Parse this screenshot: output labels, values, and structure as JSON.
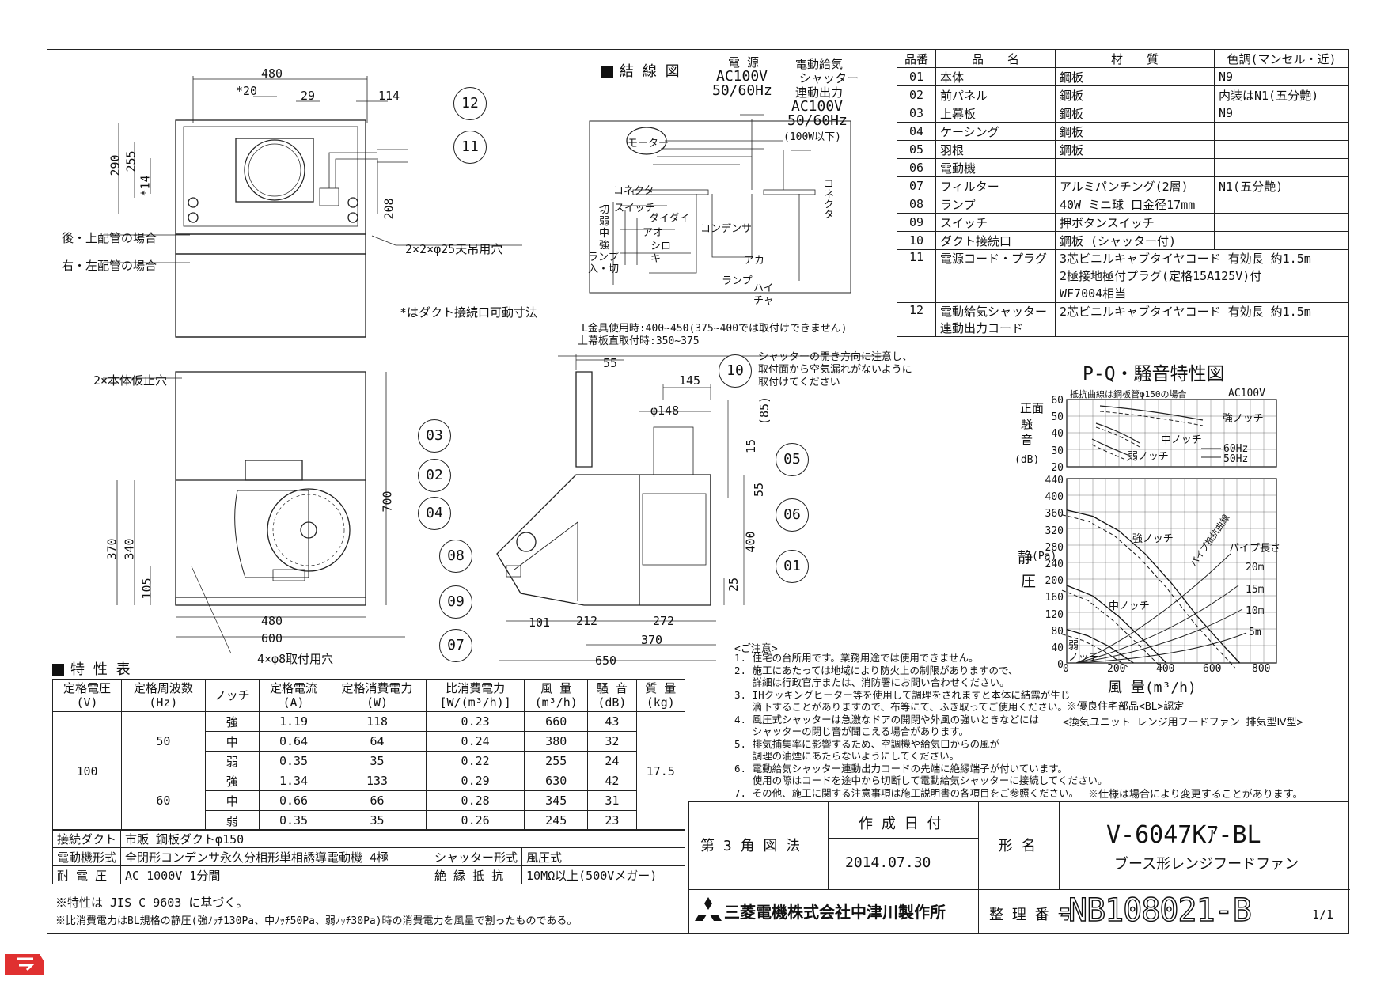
{
  "wiring": {
    "title": "結 線 図",
    "power_label": "電 源",
    "power_spec": "AC100V",
    "power_freq": "50/60Hz",
    "shutter_label": "電動給気",
    "shutter_label2": "シャッター",
    "shutter_label3": "連動出力",
    "shutter_spec": "AC100V",
    "shutter_freq": "50/60Hz",
    "shutter_max": "(100W以下)",
    "motor": "モーター",
    "connector_left": "コネクタ",
    "connector_right": "コネクタ",
    "switch_label": "スイッチ",
    "switch_levels": [
      "切",
      "弱",
      "中",
      "強",
      "ランプ",
      "入・切"
    ],
    "wires": [
      "ダイダイ",
      "アオ",
      "シロ",
      "キ",
      "アカ",
      "ハイ",
      "チャ",
      "コンデンサ",
      "ランプ"
    ]
  },
  "top_view": {
    "dims": [
      "480",
      "*20",
      "29",
      "114",
      "290",
      "255",
      "*14",
      "208"
    ],
    "label_rear": "後・上配管の場合",
    "label_right": "右・左配管の場合",
    "hanger_holes": "2×2×φ25天吊用穴",
    "duct_note": "*はダクト接続口可動寸法"
  },
  "front_view": {
    "temp_holes": "2×本体仮止穴",
    "dims": [
      "370",
      "340",
      "105",
      "700",
      "480",
      "600"
    ],
    "mount_holes": "4×φ8取付用穴"
  },
  "side_view": {
    "bracket_note": "L金具使用時:400~450(375~400では取付けできません)",
    "ceiling_note": "上幕板直取付時:350~375",
    "shutter_note_1": "シャッターの開き方向に注意し、",
    "shutter_note_2": "取付面から空気漏れがないように",
    "shutter_note_3": "取付けてください",
    "dims": [
      "55",
      "145",
      "φ148",
      "(85)",
      "15",
      "55",
      "400",
      "25",
      "101",
      "212",
      "272",
      "370",
      "650"
    ]
  },
  "callouts": [
    "12",
    "11",
    "03",
    "02",
    "04",
    "10",
    "05",
    "06",
    "01",
    "08",
    "09",
    "07"
  ],
  "parts_table": {
    "headers": [
      "品番",
      "品　　名",
      "材　　質",
      "色調(マンセル・近)"
    ],
    "rows": [
      [
        "01",
        "本体",
        "鋼板",
        "N9"
      ],
      [
        "02",
        "前パネル",
        "鋼板",
        "内装はN1(五分艶)"
      ],
      [
        "03",
        "上幕板",
        "鋼板",
        "N9"
      ],
      [
        "04",
        "ケーシング",
        "鋼板",
        ""
      ],
      [
        "05",
        "羽根",
        "鋼板",
        ""
      ],
      [
        "06",
        "電動機",
        "",
        ""
      ],
      [
        "07",
        "フィルター",
        "アルミパンチング(2層)",
        "N1(五分艶)"
      ],
      [
        "08",
        "ランプ",
        "40W ミニ球 口金径17mm",
        ""
      ],
      [
        "09",
        "スイッチ",
        "押ボタンスイッチ",
        ""
      ],
      [
        "10",
        "ダクト接続口",
        "鋼板 (シャッター付)",
        ""
      ]
    ],
    "row11": {
      "no": "11",
      "name": "電源コード・プラグ",
      "mat1": "3芯ビニルキャブタイヤコード 有効長 約1.5m",
      "mat2": "2極接地極付プラグ(定格15A125V)付",
      "mat3": "WF7004相当"
    },
    "row12": {
      "no": "12",
      "name1": "電動給気シャッター",
      "name2": "連動出力コード",
      "mat": "2芯ビニルキャブタイヤコード 有効長 約1.5m"
    }
  },
  "pq_chart": {
    "title": "P-Q・騒音特性図",
    "top_note": "抵抗曲線は鋼板管φ150の場合",
    "supply": "AC100V",
    "noise_label_1": "騒",
    "noise_label_2": "音",
    "noise_label_0": "正面",
    "noise_unit": "(dB)",
    "pressure_label_1": "静",
    "pressure_label_2": "圧",
    "pressure_unit": "(Pa)",
    "x_label": "風 量(m³/h)",
    "noise_ticks": [
      "60",
      "50",
      "40",
      "30",
      "20"
    ],
    "pressure_ticks": [
      "440",
      "400",
      "360",
      "320",
      "280",
      "240",
      "200",
      "160",
      "120",
      "80",
      "40",
      "0"
    ],
    "x_ticks": [
      "0",
      "200",
      "400",
      "600",
      "800"
    ],
    "legend_60": "60Hz",
    "legend_50": "50Hz",
    "curve_labels": [
      "強ノッチ",
      "中ノッチ",
      "弱ノッチ",
      "強ノッチ",
      "中ノッチ",
      "弱",
      "ノッチ",
      "パイプ抵抗曲線"
    ],
    "pipe_label": "パイプ長さ",
    "pipe_lengths": [
      "20m",
      "15m",
      "10m",
      "5m"
    ]
  },
  "chart_data": {
    "type": "line",
    "xlabel": "風 量(m³/h)",
    "ylabel": "静圧(Pa)",
    "xlim": [
      0,
      800
    ],
    "ylim": [
      0,
      440
    ],
    "series": [
      {
        "name": "強ノッチ",
        "x": [
          0,
          100,
          200,
          300,
          400,
          500,
          600,
          660
        ],
        "y": [
          365,
          350,
          315,
          260,
          190,
          110,
          40,
          0
        ]
      },
      {
        "name": "中ノッチ",
        "x": [
          0,
          100,
          200,
          300,
          380
        ],
        "y": [
          185,
          160,
          110,
          50,
          0
        ]
      },
      {
        "name": "弱ノッチ",
        "x": [
          0,
          80,
          160,
          255
        ],
        "y": [
          80,
          65,
          40,
          0
        ]
      }
    ]
  },
  "notes": {
    "title": "<ご注意>",
    "items": [
      "1. 住宅の台所用です。業務用途では使用できません。",
      "2. 施工にあたっては地域により防火上の制限がありますので、",
      "   詳細は行政官庁または、消防署にお問い合わせください。",
      "3. IHクッキングヒーター等を使用して調理をされますと本体に結露が生じ",
      "   滴下することがありますので、布等にて、ふき取ってご使用ください。",
      "4. 風圧式シャッターは急激なドアの開閉や外風の強いときなどには",
      "   シャッターの閉じ音が聞こえる場合があります。",
      "5. 排気捕集率に影響するため、空調機や給気口からの風が",
      "   調理の油煙にあたらないようにしてください。",
      "6. 電動給気シャッター連動出力コードの先端に絶縁端子が付いています。",
      "   使用の際はコードを途中から切断して電動給気シャッターに接続してください。",
      "7. その他、施工に関する注意事項は施工説明書の各項目をご参照ください。"
    ],
    "bl_note_1": "※優良住宅部品<BL>認定",
    "bl_note_2": "<換気ユニット レンジ用フードファン 排気型Ⅳ型>",
    "change_note": "※仕様は場合により変更することがあります。"
  },
  "spec_table": {
    "title": "特 性 表",
    "headers": [
      "定格電圧\n(V)",
      "定格周波数\n(Hz)",
      "ノッチ",
      "定格電流\n(A)",
      "定格消費電力\n(W)",
      "比消費電力\n[W/(m³/h)]",
      "風 量\n(m³/h)",
      "騒 音\n(dB)",
      "質 量\n(kg)"
    ],
    "voltage": "100",
    "mass": "17.5",
    "hz50": "50",
    "hz60": "60",
    "rows": [
      [
        "強",
        "1.19",
        "118",
        "0.23",
        "660",
        "43"
      ],
      [
        "中",
        "0.64",
        "64",
        "0.24",
        "380",
        "32"
      ],
      [
        "弱",
        "0.35",
        "35",
        "0.22",
        "255",
        "24"
      ],
      [
        "強",
        "1.34",
        "133",
        "0.29",
        "630",
        "42"
      ],
      [
        "中",
        "0.66",
        "66",
        "0.28",
        "345",
        "31"
      ],
      [
        "弱",
        "0.35",
        "35",
        "0.26",
        "245",
        "23"
      ]
    ],
    "duct_label": "接続ダクト",
    "duct_value": "市販 鋼板ダクトφ150",
    "motor_label": "電動機形式",
    "motor_value": "全閉形コンデンサ永久分相形単相誘導電動機 4極",
    "shutter_label": "シャッター形式",
    "shutter_value": "風圧式",
    "withstand_label": "耐 電 圧",
    "withstand_value": "AC 1000V 1分間",
    "insulation_label": "絶 縁 抵 抗",
    "insulation_value": "10MΩ以上(500Vメガー)",
    "footnote_1": "※特性は JIS C 9603 に基づく。",
    "footnote_2": "※比消費電力はBL規格の静圧(強ﾉｯﾁ130Pa、中ﾉｯﾁ50Pa、弱ﾉｯﾁ30Pa)時の消費電力を風量で割ったものである。"
  },
  "title_block": {
    "projection": "第 3 角 図 法",
    "date_label": "作 成 日 付",
    "date": "2014.07.30",
    "name_label": "形 名",
    "model": "V-6047Kｱ-BL",
    "product": "ブース形レンジフードファン",
    "company": "三菱電機株式会社中津川製作所",
    "number_label": "整 理 番 号",
    "number": "NB108021-B",
    "sheet": "1/1"
  },
  "colors": {
    "line": "#222222",
    "corner_mark": "#e03030"
  }
}
